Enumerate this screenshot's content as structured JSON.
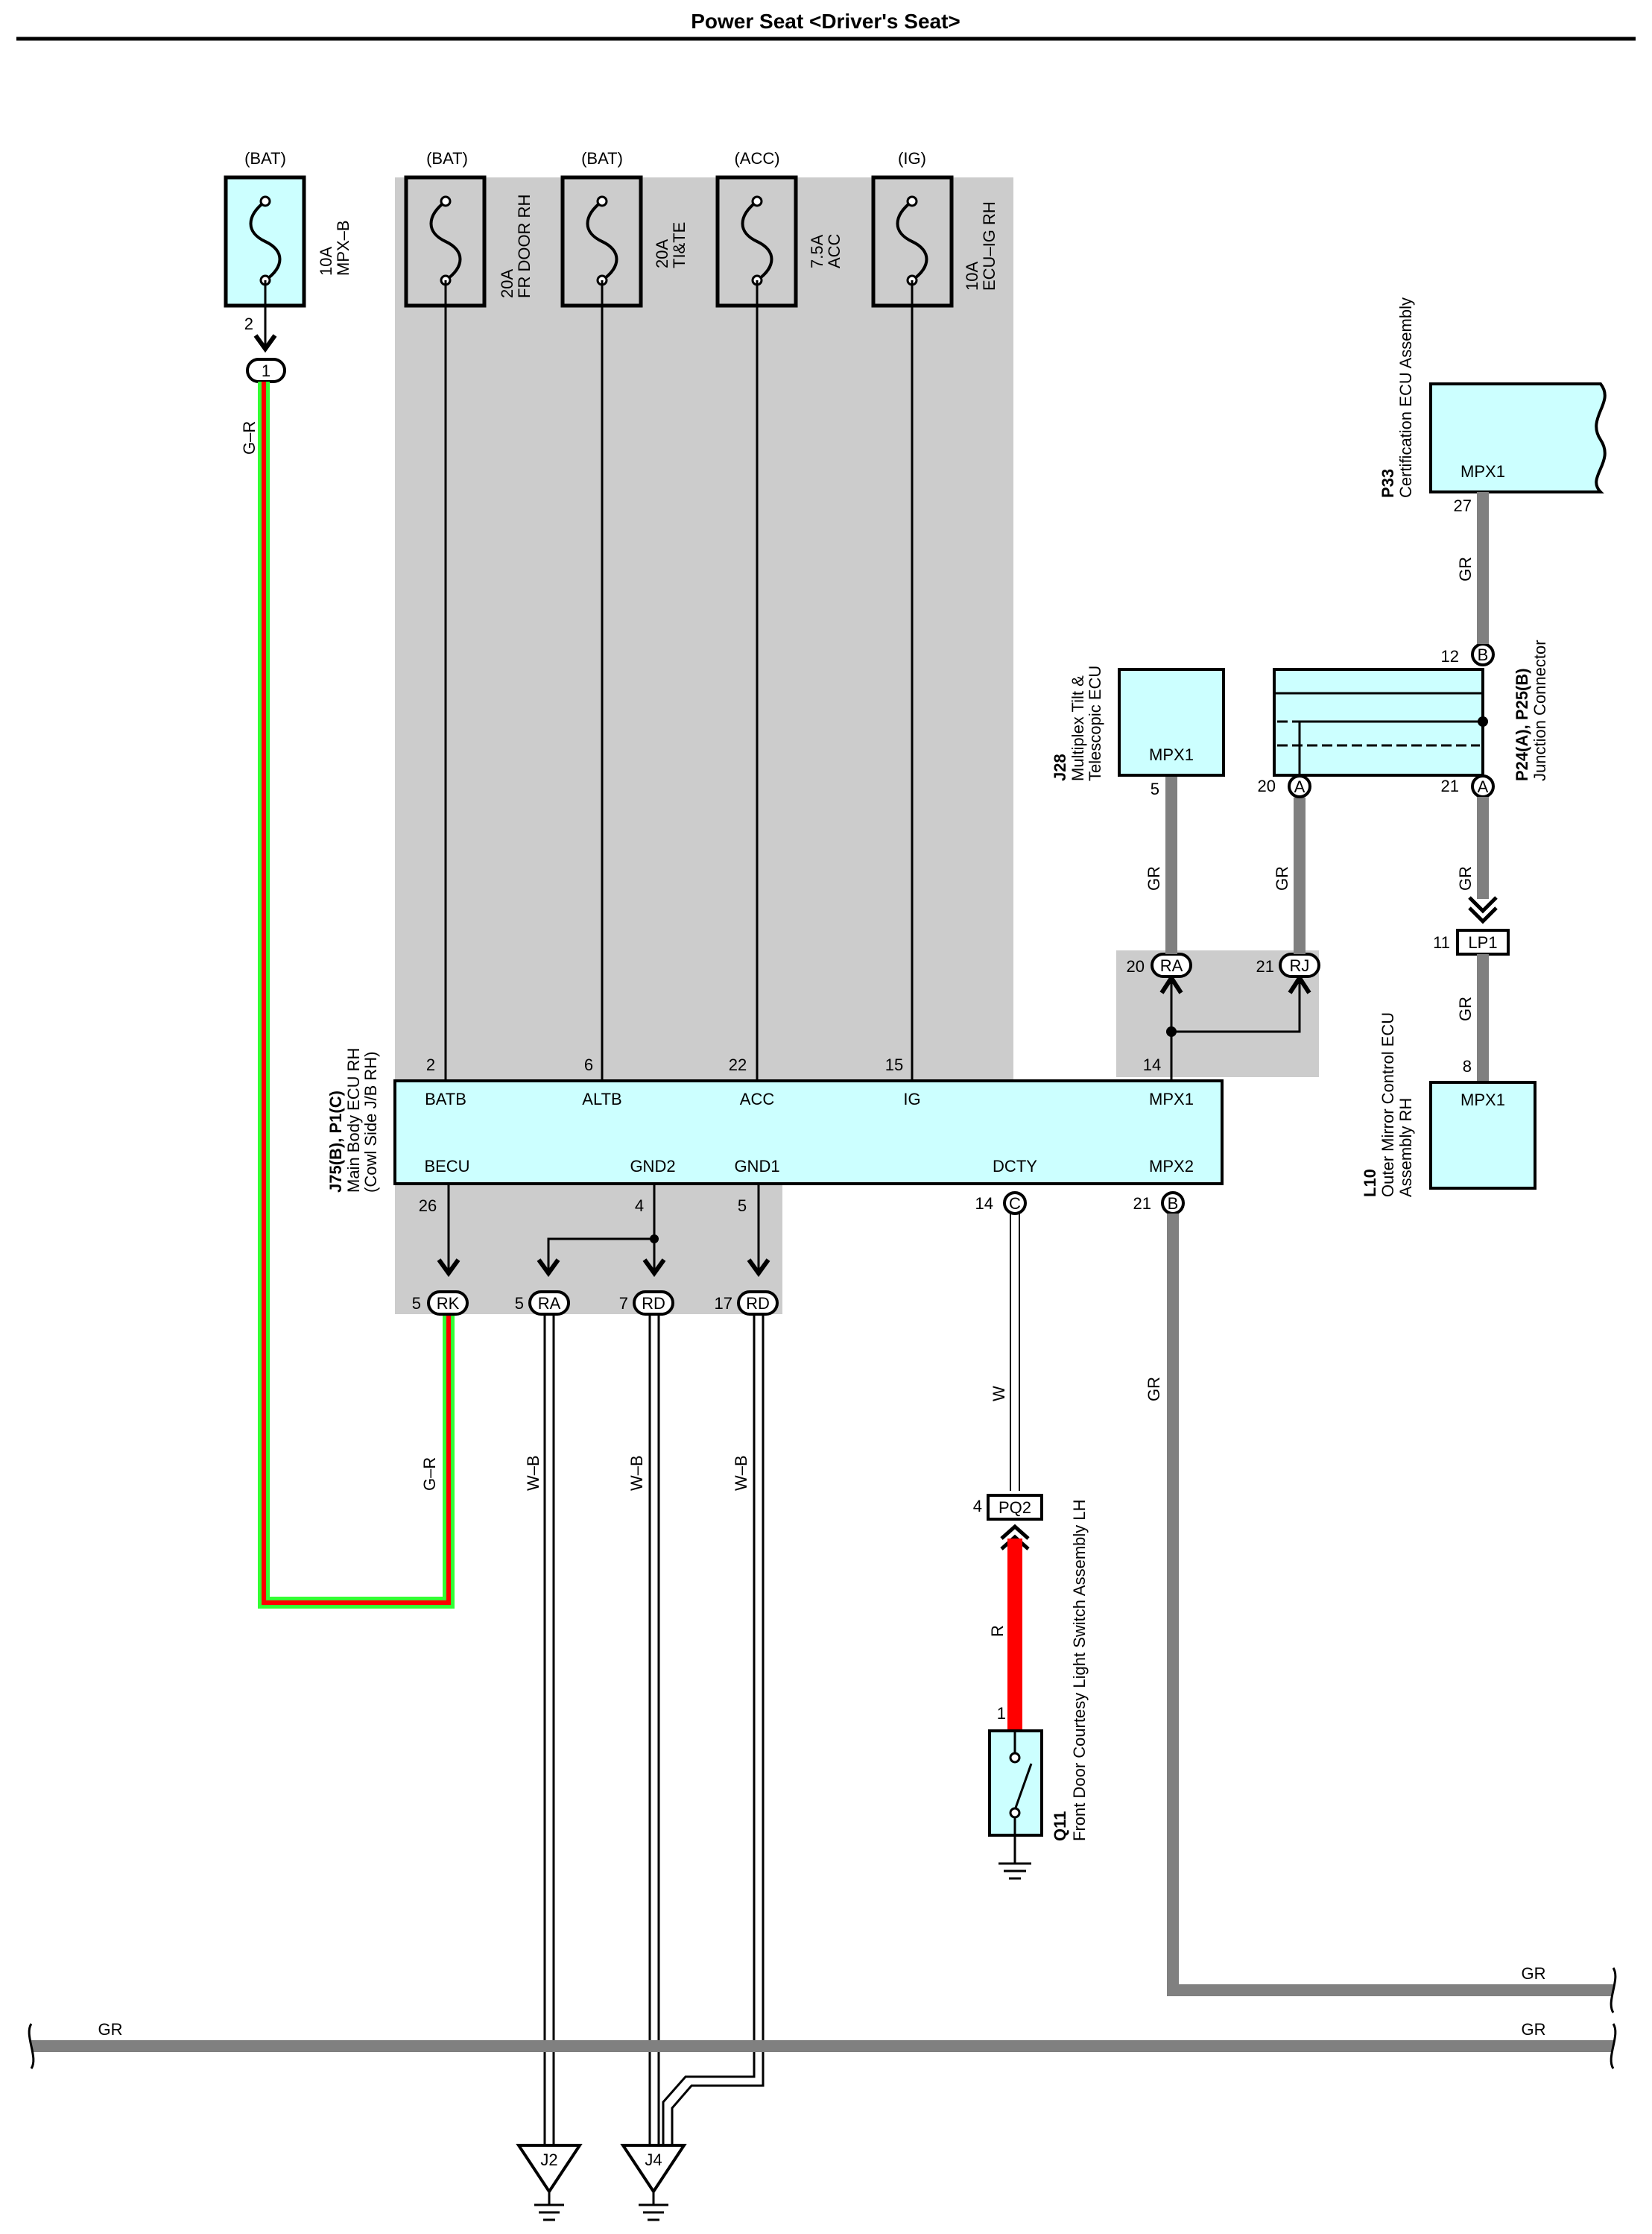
{
  "title": "Power Seat <Driver's Seat>",
  "fuses": [
    {
      "supply": "(BAT)",
      "rating": "10A",
      "name": "MPX–B"
    },
    {
      "supply": "(BAT)",
      "rating": "20A",
      "name": "FR DOOR RH"
    },
    {
      "supply": "(BAT)",
      "rating": "20A",
      "name": "TI&TE"
    },
    {
      "supply": "(ACC)",
      "rating": "7.5A",
      "name": "ACC"
    },
    {
      "supply": "(IG)",
      "rating": "10A",
      "name": "ECU–IG RH"
    }
  ],
  "ecu_main": {
    "code": "J75(B), P1(C)",
    "name": "Main Body ECU RH",
    "sub": "(Cowl Side J/B RH)",
    "top_pins": [
      {
        "num": "2",
        "label": "BATB"
      },
      {
        "num": "6",
        "label": "ALTB"
      },
      {
        "num": "22",
        "label": "ACC"
      },
      {
        "num": "15",
        "label": "IG"
      },
      {
        "num": "14",
        "label": "MPX1"
      }
    ],
    "bottom_pins": [
      {
        "num": "26",
        "label": "BECU"
      },
      {
        "num": "4",
        "label": "GND2"
      },
      {
        "num": "5",
        "label": "GND1"
      },
      {
        "num": "14",
        "label": "DCTY",
        "conn": "C"
      },
      {
        "num": "21",
        "label": "MPX2",
        "conn": "B"
      }
    ]
  },
  "cert_ecu": {
    "code": "P33",
    "name": "Certification ECU Assembly",
    "pin_label": "MPX1",
    "pin": "27"
  },
  "tilt_ecu": {
    "code": "J28",
    "name1": "Multiplex Tilt &",
    "name2": "Telescopic ECU",
    "pin_label": "MPX1",
    "pin": "5"
  },
  "junction": {
    "code": "P24(A), P25(B)",
    "name": "Junction Connector",
    "pin_b": "12",
    "pin_b_conn": "B",
    "pin_a1": "20",
    "pin_a2": "21",
    "conn_a": "A"
  },
  "mirror_ecu": {
    "code": "L10",
    "name1": "Outer Mirror Control ECU",
    "name2": "Assembly RH",
    "pin_label": "MPX1",
    "pin": "8"
  },
  "door_switch": {
    "code": "Q11",
    "name": "Front Door Courtesy Light Switch Assembly LH",
    "pin": "1"
  },
  "connectors": {
    "top_1": {
      "pin": "2",
      "label": "1"
    },
    "ra_top": {
      "pin": "20",
      "label": "RA"
    },
    "rj_top": {
      "pin": "21",
      "label": "RJ"
    },
    "lp1": {
      "pin": "11",
      "label": "LP1"
    },
    "pq2": {
      "pin": "4",
      "label": "PQ2"
    },
    "rk": {
      "pin": "5",
      "label": "RK"
    },
    "ra_bot": {
      "pin": "5",
      "label": "RA"
    },
    "rd1": {
      "pin": "7",
      "label": "RD"
    },
    "rd2": {
      "pin": "17",
      "label": "RD"
    }
  },
  "grounds": {
    "j2": "J2",
    "j4": "J4"
  },
  "wire_colors": {
    "g_r": "G–R",
    "gr": "GR",
    "w": "W",
    "w_b": "W–B",
    "r": "R"
  },
  "colors": {
    "ecu_fill": "#ccffff",
    "shade": "#cccccc",
    "gray_wire": "#808080",
    "red": "#ff0000",
    "green": "#33ff33"
  }
}
